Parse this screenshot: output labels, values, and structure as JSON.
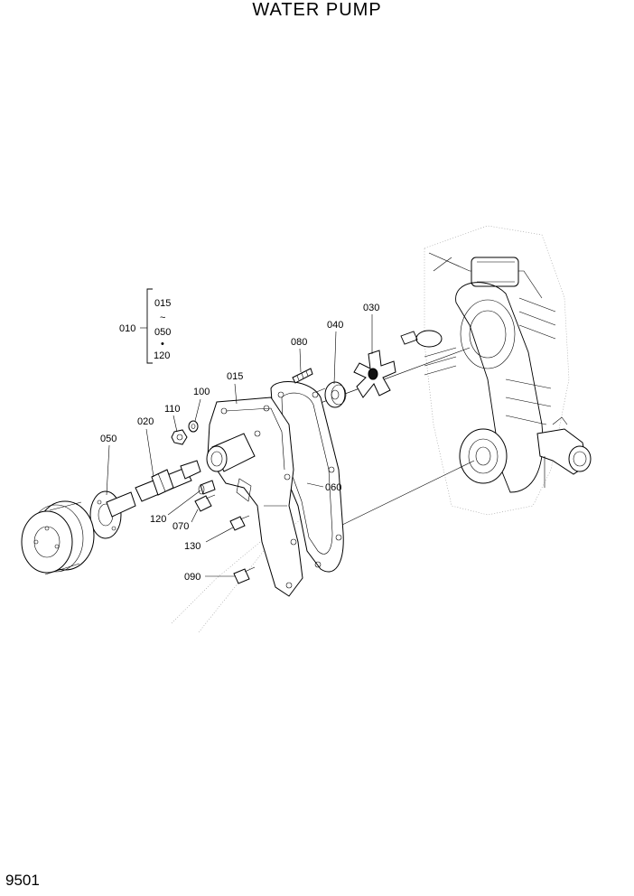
{
  "header": {
    "title": "WATER PUMP"
  },
  "footer": {
    "page_number": "9501"
  },
  "assembly_group": {
    "parent_label": "010",
    "items": [
      "015",
      "050",
      "120"
    ],
    "range_mark": "~",
    "dot_mark": "•"
  },
  "callouts": {
    "c015": "015",
    "c020": "020",
    "c030": "030",
    "c040": "040",
    "c050": "050",
    "c060": "060",
    "c070": "070",
    "c080": "080",
    "c090": "090",
    "c100": "100",
    "c110": "110",
    "c120": "120",
    "c130": "130"
  }
}
